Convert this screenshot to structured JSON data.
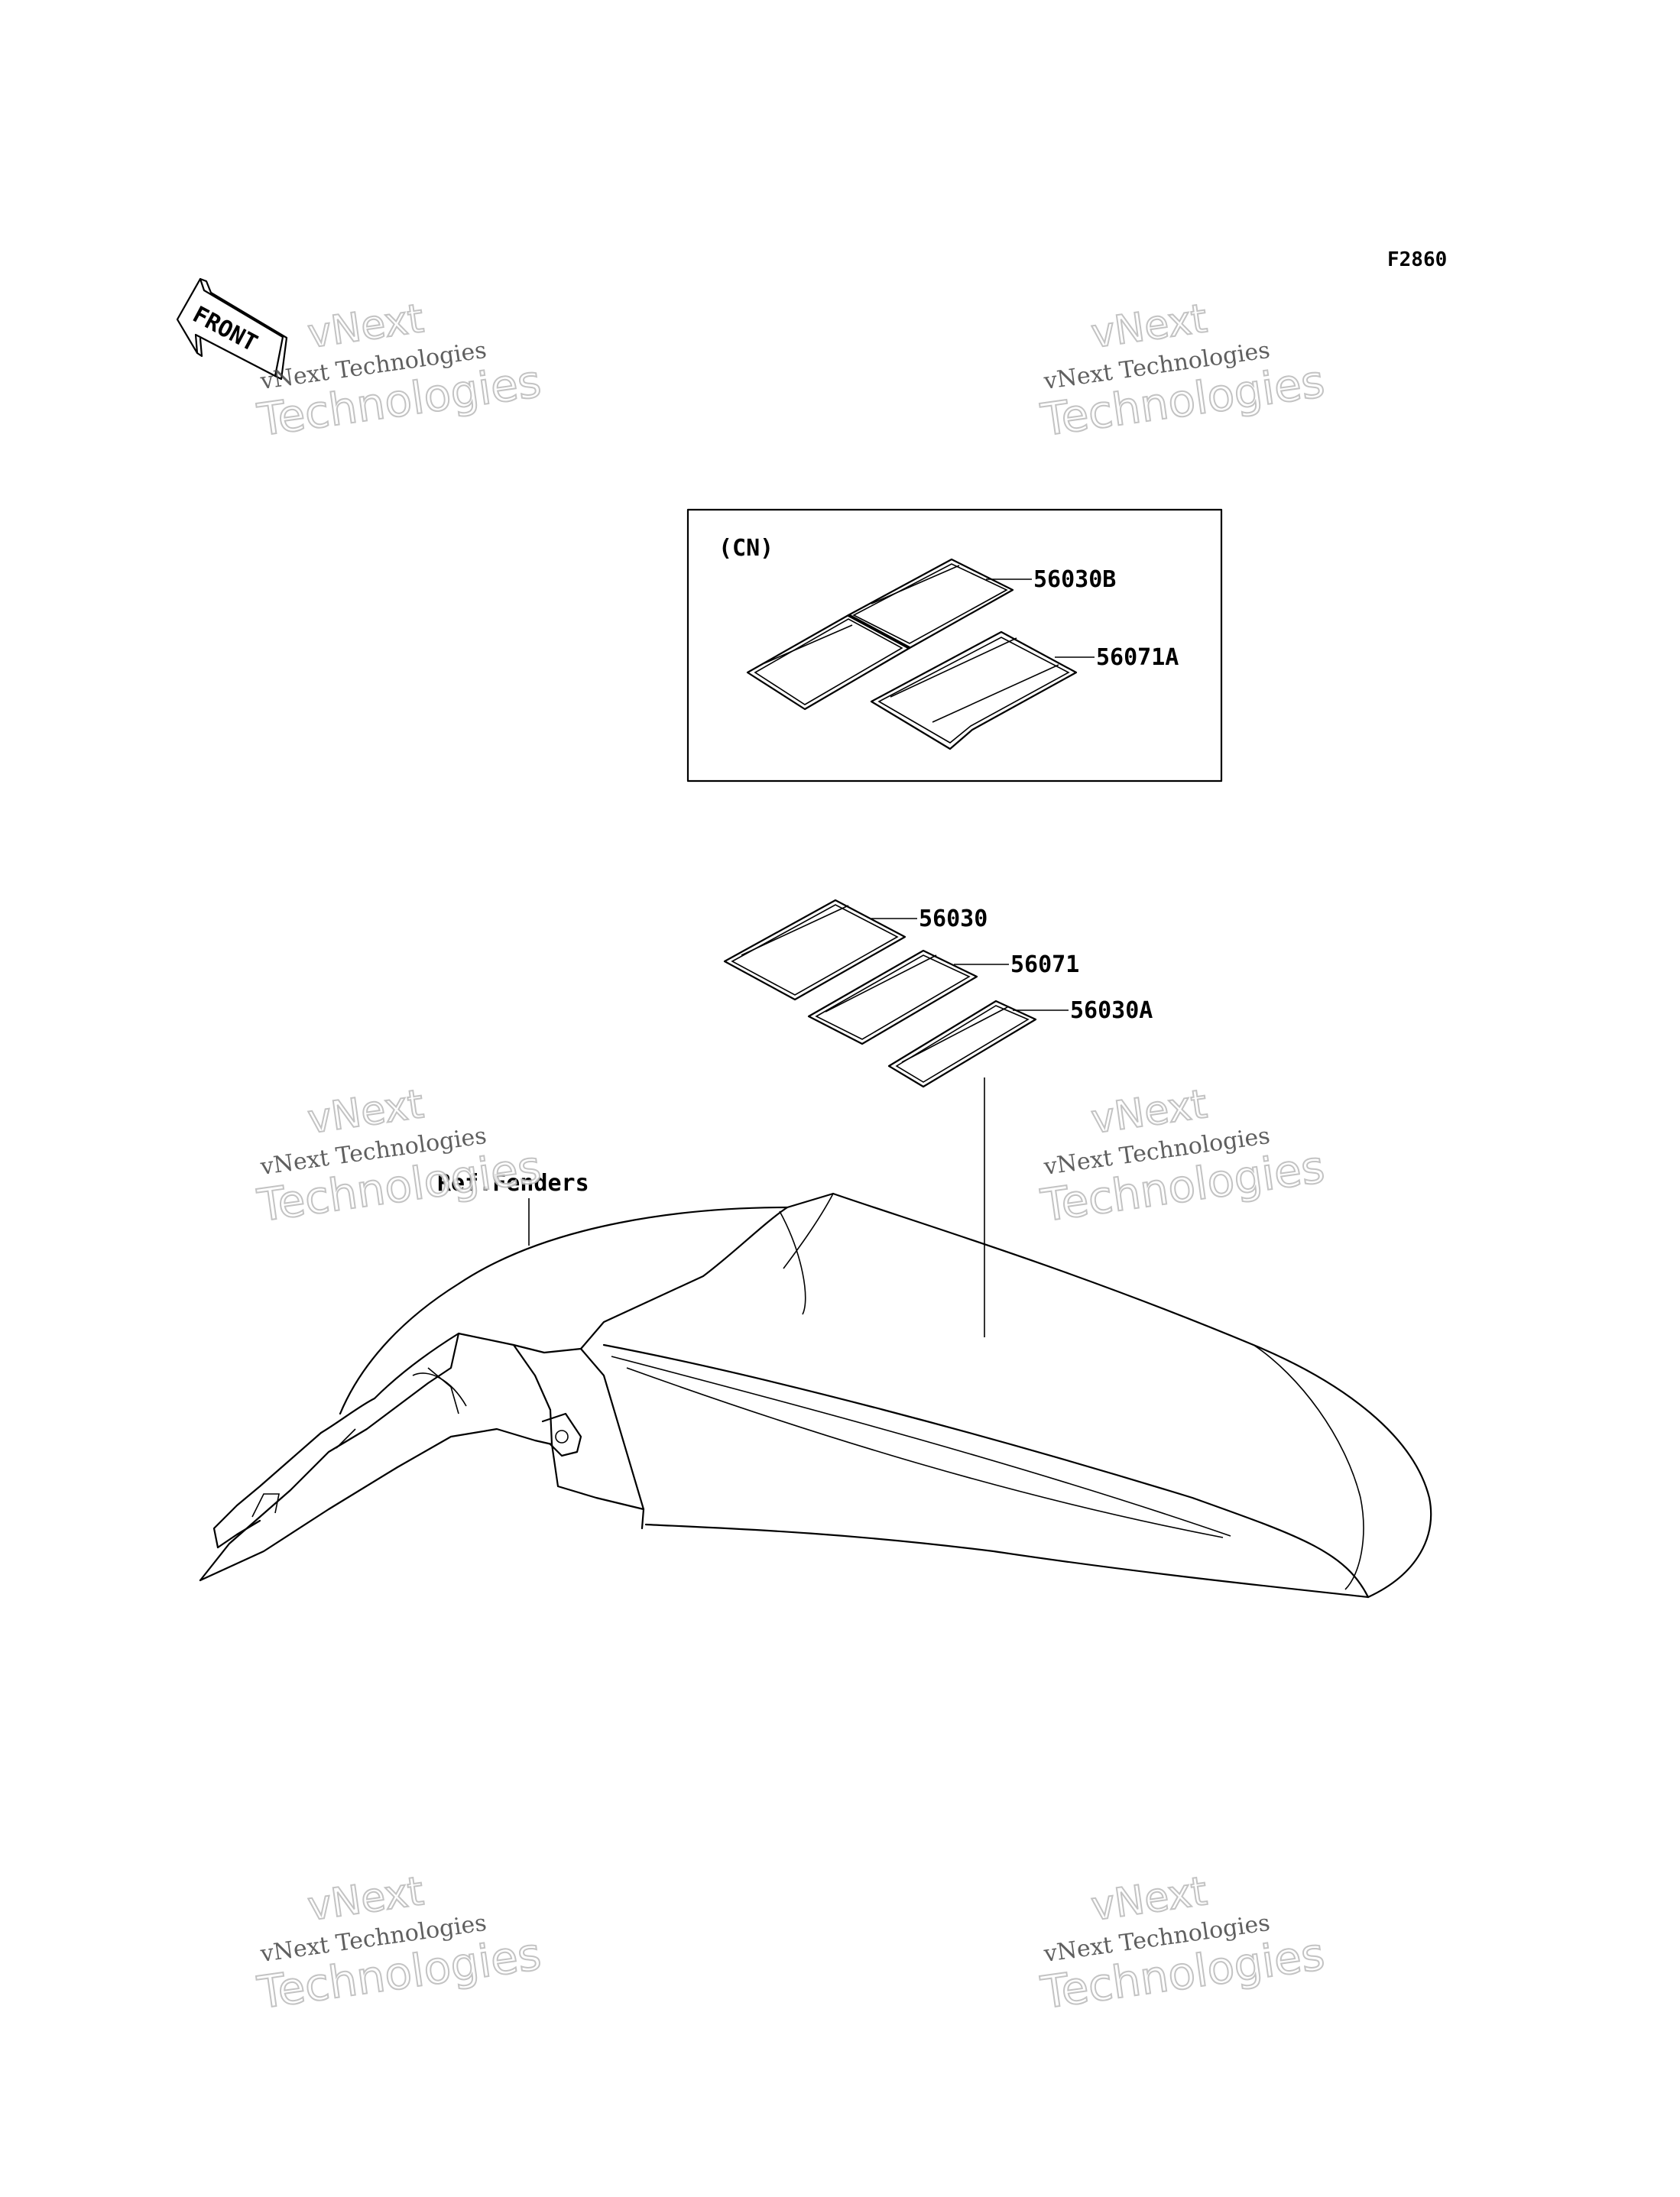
{
  "diagram": {
    "figure_code": "F2860",
    "front_label": "FRONT",
    "inset_region": "(CN)",
    "reference_label": "Ref.Fenders",
    "part_numbers": {
      "inset_upper": "56030B",
      "inset_lower": "56071A",
      "top": "56030",
      "middle": "56071",
      "bottom": "56030A"
    }
  },
  "watermarks": [
    {
      "line1": "vNext",
      "line2": "vNext Technologies",
      "line3": "Technologies"
    },
    {
      "line1": "vNext",
      "line2": "vNext Technologies",
      "line3": "Technologies"
    },
    {
      "line1": "vNext",
      "line2": "vNext Technologies",
      "line3": "Technologies"
    },
    {
      "line1": "vNext",
      "line2": "vNext Technologies",
      "line3": "Technologies"
    },
    {
      "line1": "vNext",
      "line2": "vNext Technologies",
      "line3": "Technologies"
    },
    {
      "line1": "vNext",
      "line2": "vNext Technologies",
      "line3": "Technologies"
    }
  ]
}
